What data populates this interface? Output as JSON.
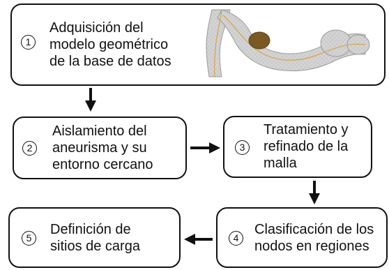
{
  "steps": [
    {
      "number": "1",
      "lines": [
        "Adquisición del",
        "modelo geométrico",
        "de la base de datos"
      ]
    },
    {
      "number": "2",
      "lines": [
        "Aislamiento del",
        "aneurisma y su",
        "entorno cercano"
      ]
    },
    {
      "number": "3",
      "lines": [
        "Tratamiento y",
        "refinado de la",
        "malla"
      ]
    },
    {
      "number": "4",
      "lines": [
        "Clasificación de los",
        "nodos en regiones"
      ]
    },
    {
      "number": "5",
      "lines": [
        "Definición de",
        "sitios de carga"
      ]
    }
  ],
  "image": {
    "name": "vessel-mesh-with-aneurysm",
    "colors": {
      "vessel_fill": "#d6d6d6",
      "vessel_stroke": "#9a9a9a",
      "centerline": "#d9a24a",
      "aneurysm": "#7a5a22"
    }
  }
}
